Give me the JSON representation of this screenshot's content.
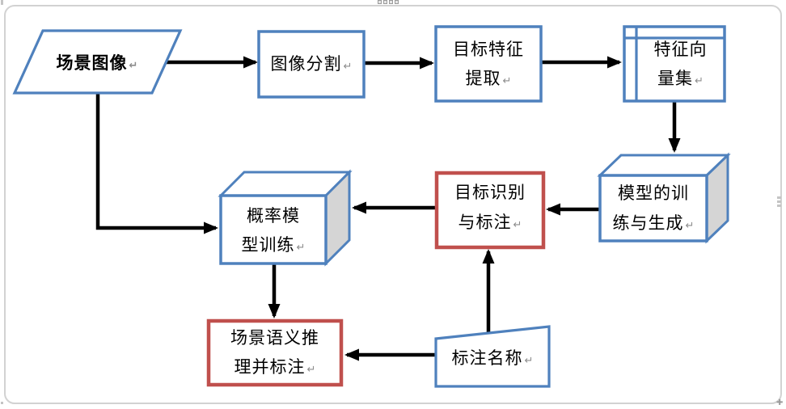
{
  "paragraph_mark": "↵",
  "colors": {
    "node_border_blue": "#4f81bd",
    "node_border_red": "#c0504d",
    "arrow_black": "#000000",
    "cube_side_gray": "#d5d5d5",
    "canvas_frame_gray": "#d2d2d2",
    "paragraph_mark_gray": "#8c8c8c"
  },
  "nodes": [
    {
      "id": "scene-image",
      "shape": "parallelogram",
      "lines": [
        "场景图像"
      ]
    },
    {
      "id": "image-segmentation",
      "shape": "rectangle",
      "lines": [
        "图像分割"
      ]
    },
    {
      "id": "target-feature-extraction",
      "shape": "rectangle",
      "lines": [
        "目标特征",
        "提取"
      ]
    },
    {
      "id": "feature-vector-set",
      "shape": "internal-storage",
      "lines": [
        "特征向",
        "量集"
      ]
    },
    {
      "id": "model-training-generation",
      "shape": "cube",
      "lines": [
        "模型的训",
        "练与生成"
      ]
    },
    {
      "id": "target-recognition-annotation",
      "shape": "rectangle-red",
      "lines": [
        "目标识别",
        "与标注"
      ]
    },
    {
      "id": "probability-model-training",
      "shape": "cube",
      "lines": [
        "概率模",
        "型训练"
      ]
    },
    {
      "id": "scene-semantic-inference",
      "shape": "rectangle-red",
      "lines": [
        "场景语义推",
        "理并标注"
      ]
    },
    {
      "id": "annotation-name",
      "shape": "manual-input",
      "lines": [
        "标注名称"
      ]
    }
  ],
  "edges": [
    {
      "from": "scene-image",
      "to": "image-segmentation"
    },
    {
      "from": "image-segmentation",
      "to": "target-feature-extraction"
    },
    {
      "from": "target-feature-extraction",
      "to": "feature-vector-set"
    },
    {
      "from": "feature-vector-set",
      "to": "model-training-generation"
    },
    {
      "from": "model-training-generation",
      "to": "target-recognition-annotation"
    },
    {
      "from": "target-recognition-annotation",
      "to": "probability-model-training"
    },
    {
      "from": "scene-image",
      "to": "probability-model-training"
    },
    {
      "from": "probability-model-training",
      "to": "scene-semantic-inference"
    },
    {
      "from": "annotation-name",
      "to": "target-recognition-annotation"
    },
    {
      "from": "annotation-name",
      "to": "scene-semantic-inference"
    }
  ],
  "handles": {
    "top_center": "canvas-resize-handle",
    "right_center": "canvas-resize-handle",
    "bottom_right": "✚"
  }
}
